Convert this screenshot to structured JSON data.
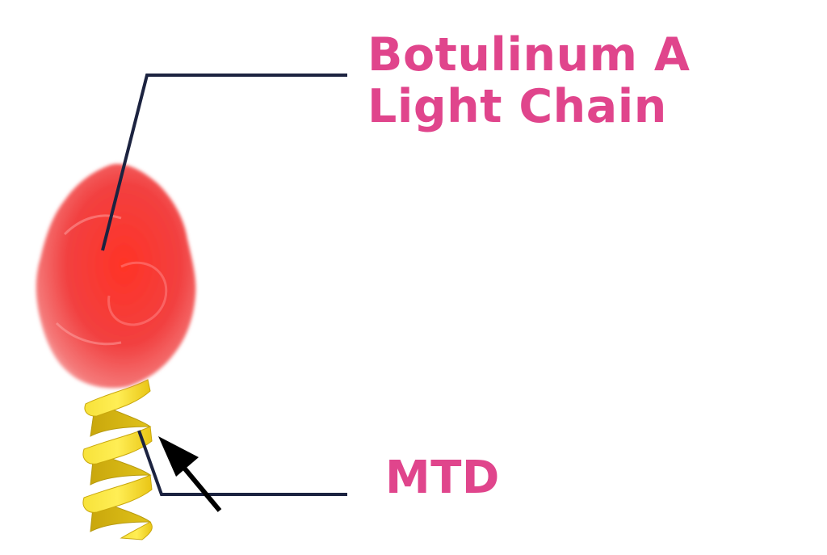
{
  "labels": {
    "light_chain": {
      "line1": "Botulinum A",
      "line2": "Light Chain"
    },
    "mtd": "MTD"
  },
  "colors": {
    "label_text": "#e0458c",
    "leader_line": "#1c2340",
    "protein_red": "#f43a3a",
    "helix_yellow": "#f2dc20",
    "arrow": "#000000"
  }
}
